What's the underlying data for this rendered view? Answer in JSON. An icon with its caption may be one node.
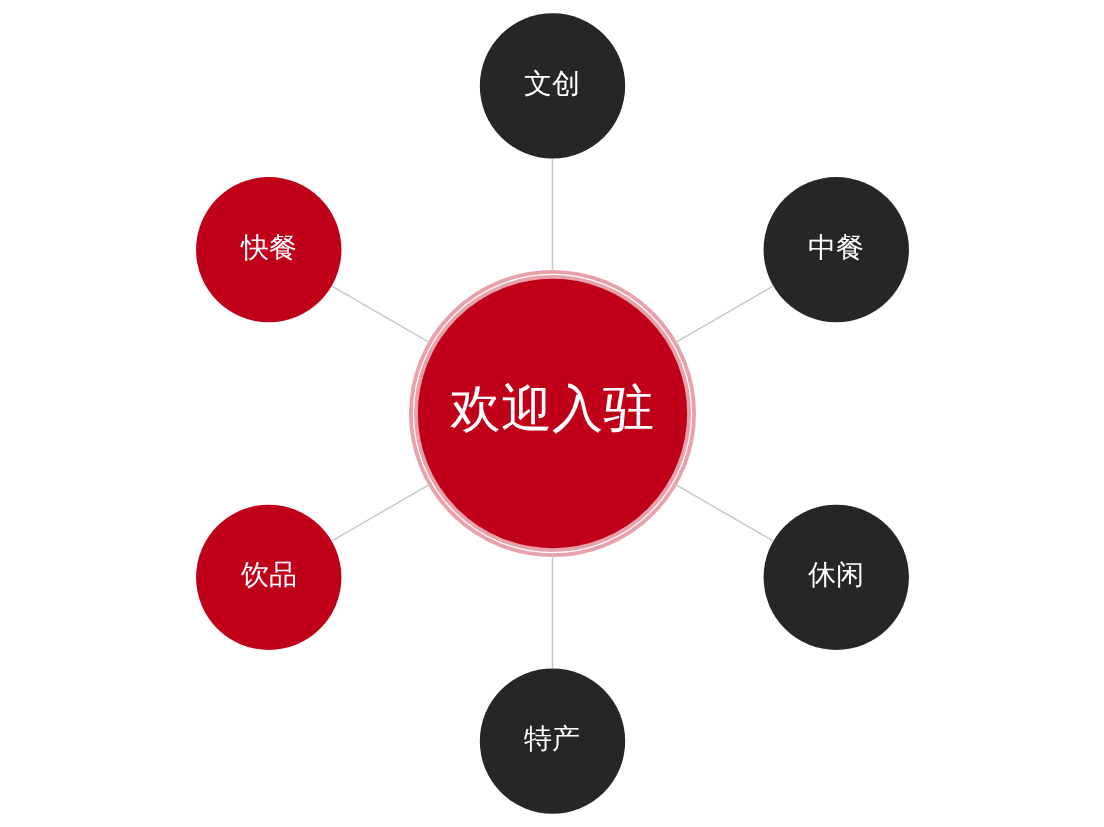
{
  "diagram": {
    "nodes": [
      {
        "text": [
          "中餐"
        ]
      },
      {
        "text": [
          "文创"
        ]
      },
      {
        "text": [
          "快餐"
        ]
      },
      {
        "text": [
          "欢迎入驻"
        ]
      },
      {
        "text": [
          "饮品"
        ]
      },
      {
        "text": [
          "特产"
        ]
      },
      {
        "text": [
          "休闲"
        ]
      }
    ],
    "edges": [
      {
        "from": 3,
        "to": 0,
        "arrow": "none"
      },
      {
        "from": 3,
        "to": 1,
        "arrow": "none"
      },
      {
        "from": 3,
        "to": 2,
        "arrow": "none"
      },
      {
        "from": 3,
        "to": 4,
        "arrow": "none"
      },
      {
        "from": 3,
        "to": 5,
        "arrow": "none"
      },
      {
        "from": 3,
        "to": 6,
        "arrow": "none"
      }
    ]
  }
}
